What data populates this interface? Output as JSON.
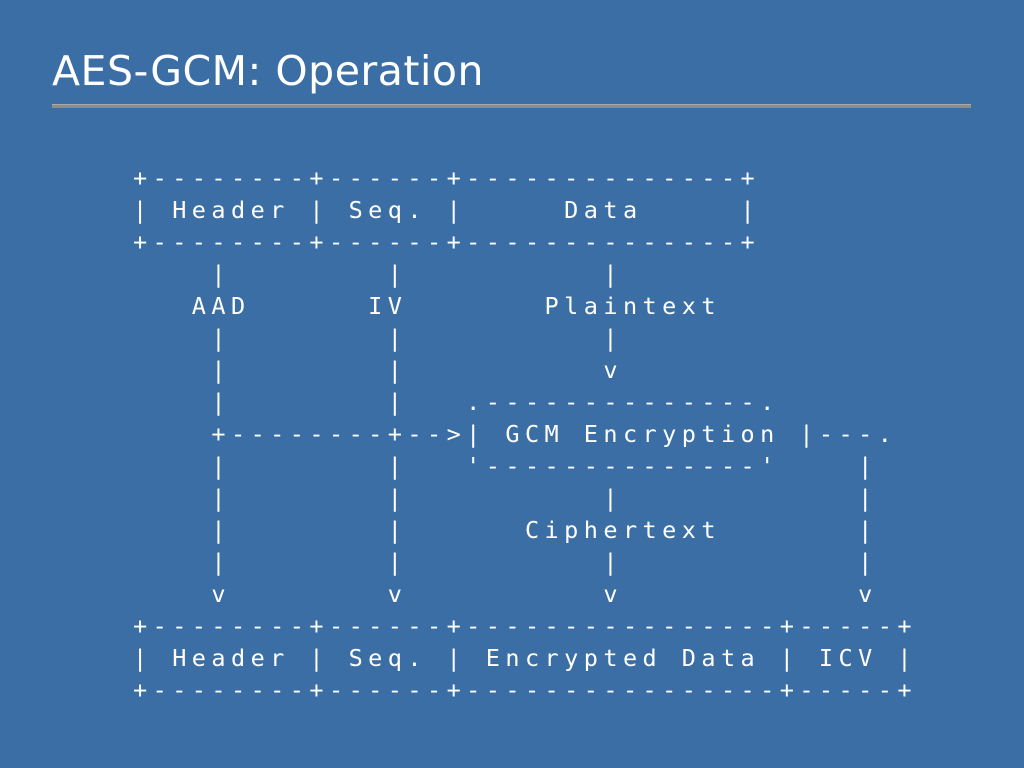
{
  "slide": {
    "title": "AES-GCM: Operation",
    "background_color": "#3b6ea5",
    "text_color": "#ffffff",
    "rule_color": "#8e8e8e"
  },
  "diagram": {
    "type": "ascii-block-diagram",
    "description": "AES-GCM packet transformation: a plaintext packet consisting of Header, Seq. and Data is fed into GCM Encryption together with AAD and IV, producing Header, Seq., Encrypted Data and ICV.",
    "input_packet": {
      "fields": [
        "Header",
        "Seq.",
        "Data"
      ]
    },
    "signals": {
      "from_header": "AAD",
      "from_seq": "IV",
      "from_data": "Plaintext",
      "from_engine": "Ciphertext"
    },
    "engine": {
      "label": "GCM Encryption"
    },
    "output_packet": {
      "fields": [
        "Header",
        "Seq.",
        "Encrypted Data",
        "ICV"
      ]
    },
    "ascii": "+--------+------+--------------+\n| Header | Seq. |     Data     |\n+--------+------+--------------+\n    |        |          |\n   AAD      IV       Plaintext\n    |        |          |\n    |        |          v\n    |        |   .--------------.\n    +--------+-->| GCM Encryption |---.\n    |        |   '--------------'    |\n    |        |          |            |\n    |        |      Ciphertext       |\n    |        |          |            |\n    v        v          v            v\n+--------+------+----------------+-----+\n| Header | Seq. | Encrypted Data | ICV |\n+--------+------+----------------+-----+"
  }
}
